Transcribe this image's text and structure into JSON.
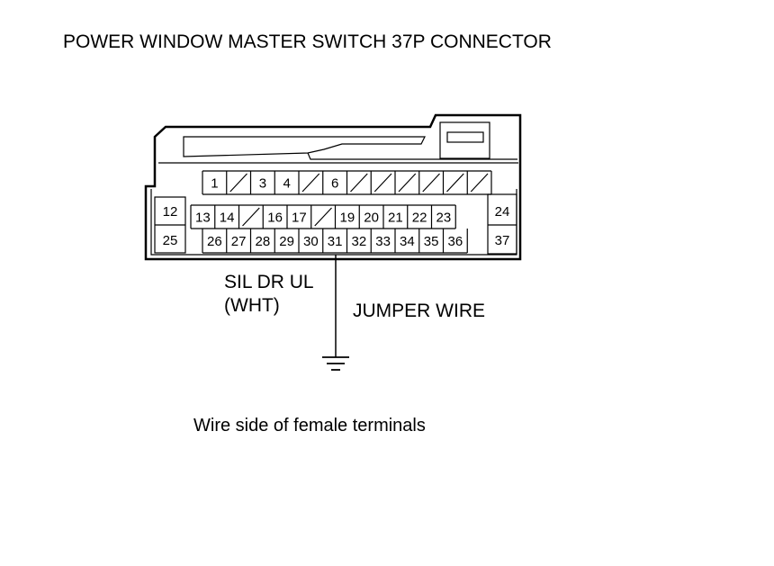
{
  "title": "POWER WINDOW MASTER SWITCH 37P CONNECTOR",
  "labels": {
    "signal_line1": "SIL DR UL",
    "signal_line2": "(WHT)",
    "jumper": "JUMPER WIRE"
  },
  "caption": "Wire side of female terminals",
  "connector": {
    "row1": [
      "1",
      "/",
      "3",
      "4",
      "/",
      "6",
      "/",
      "/",
      "/",
      "/",
      "/",
      "/"
    ],
    "row2": [
      "13",
      "14",
      "/",
      "16",
      "17",
      "/",
      "19",
      "20",
      "21",
      "22",
      "23"
    ],
    "row3": [
      "26",
      "27",
      "28",
      "29",
      "30",
      "31",
      "32",
      "33",
      "34",
      "35",
      "36"
    ],
    "left_side": [
      "12",
      "25"
    ],
    "right_side": [
      "24",
      "37"
    ]
  },
  "colors": {
    "line": "#000000",
    "background": "#ffffff"
  }
}
